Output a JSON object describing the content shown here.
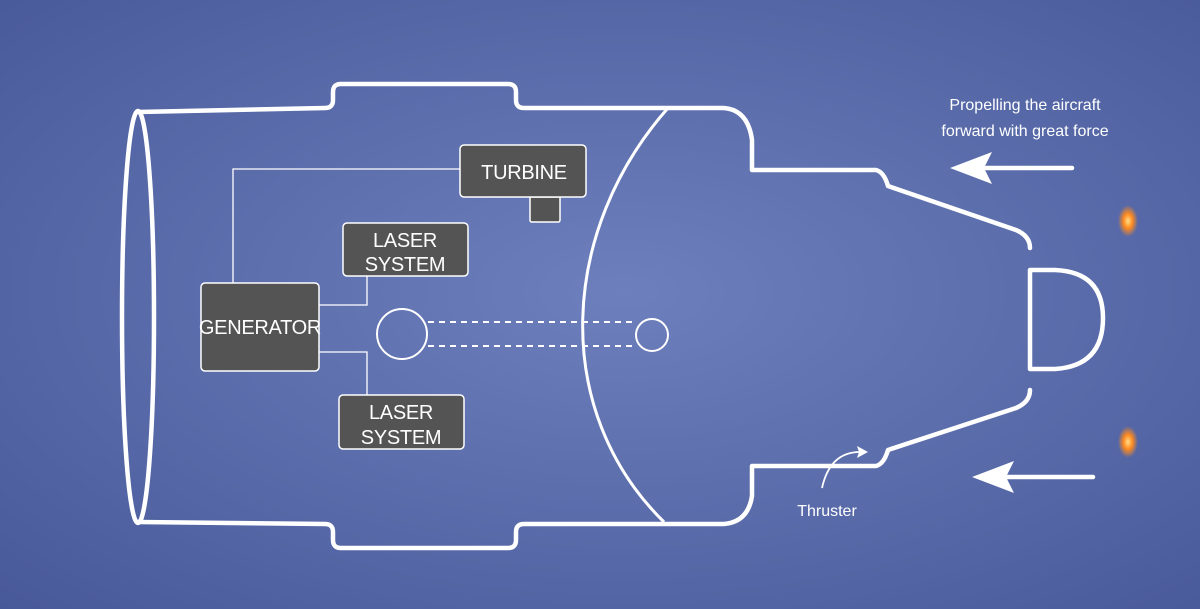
{
  "diagram": {
    "components": {
      "turbine": "TURBINE",
      "laser_system_top": [
        "LASER",
        "SYSTEM"
      ],
      "generator": "GENERATOR",
      "laser_system_bottom": [
        "LASER",
        "SYSTEM"
      ]
    },
    "annotations": {
      "propelling": [
        "Propelling the aircraft",
        "forward with great force"
      ],
      "thruster": "Thruster"
    },
    "colors": {
      "background": "#5c6eac",
      "outline": "#ffffff",
      "box_fill": "#545454",
      "exhaust_glow": "#ff8a1f"
    }
  }
}
